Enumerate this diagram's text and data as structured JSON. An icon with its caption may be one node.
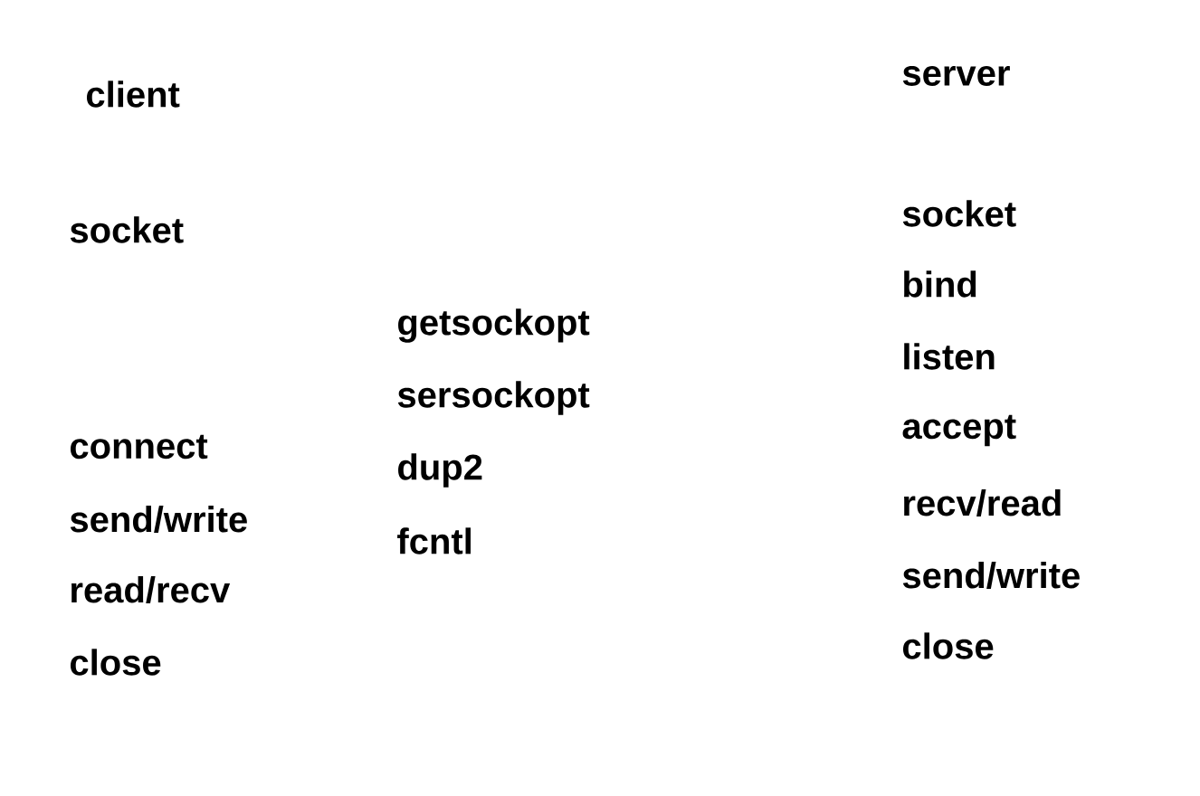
{
  "diagram": {
    "labels": [
      "client",
      "socket",
      "connect",
      "send/write",
      "read/recv",
      "close",
      "getsockopt",
      "sersockopt",
      "dup2",
      "fcntl",
      "server",
      "socket",
      "bind",
      "listen",
      "accept",
      "recv/read",
      "send/write",
      "close"
    ]
  }
}
